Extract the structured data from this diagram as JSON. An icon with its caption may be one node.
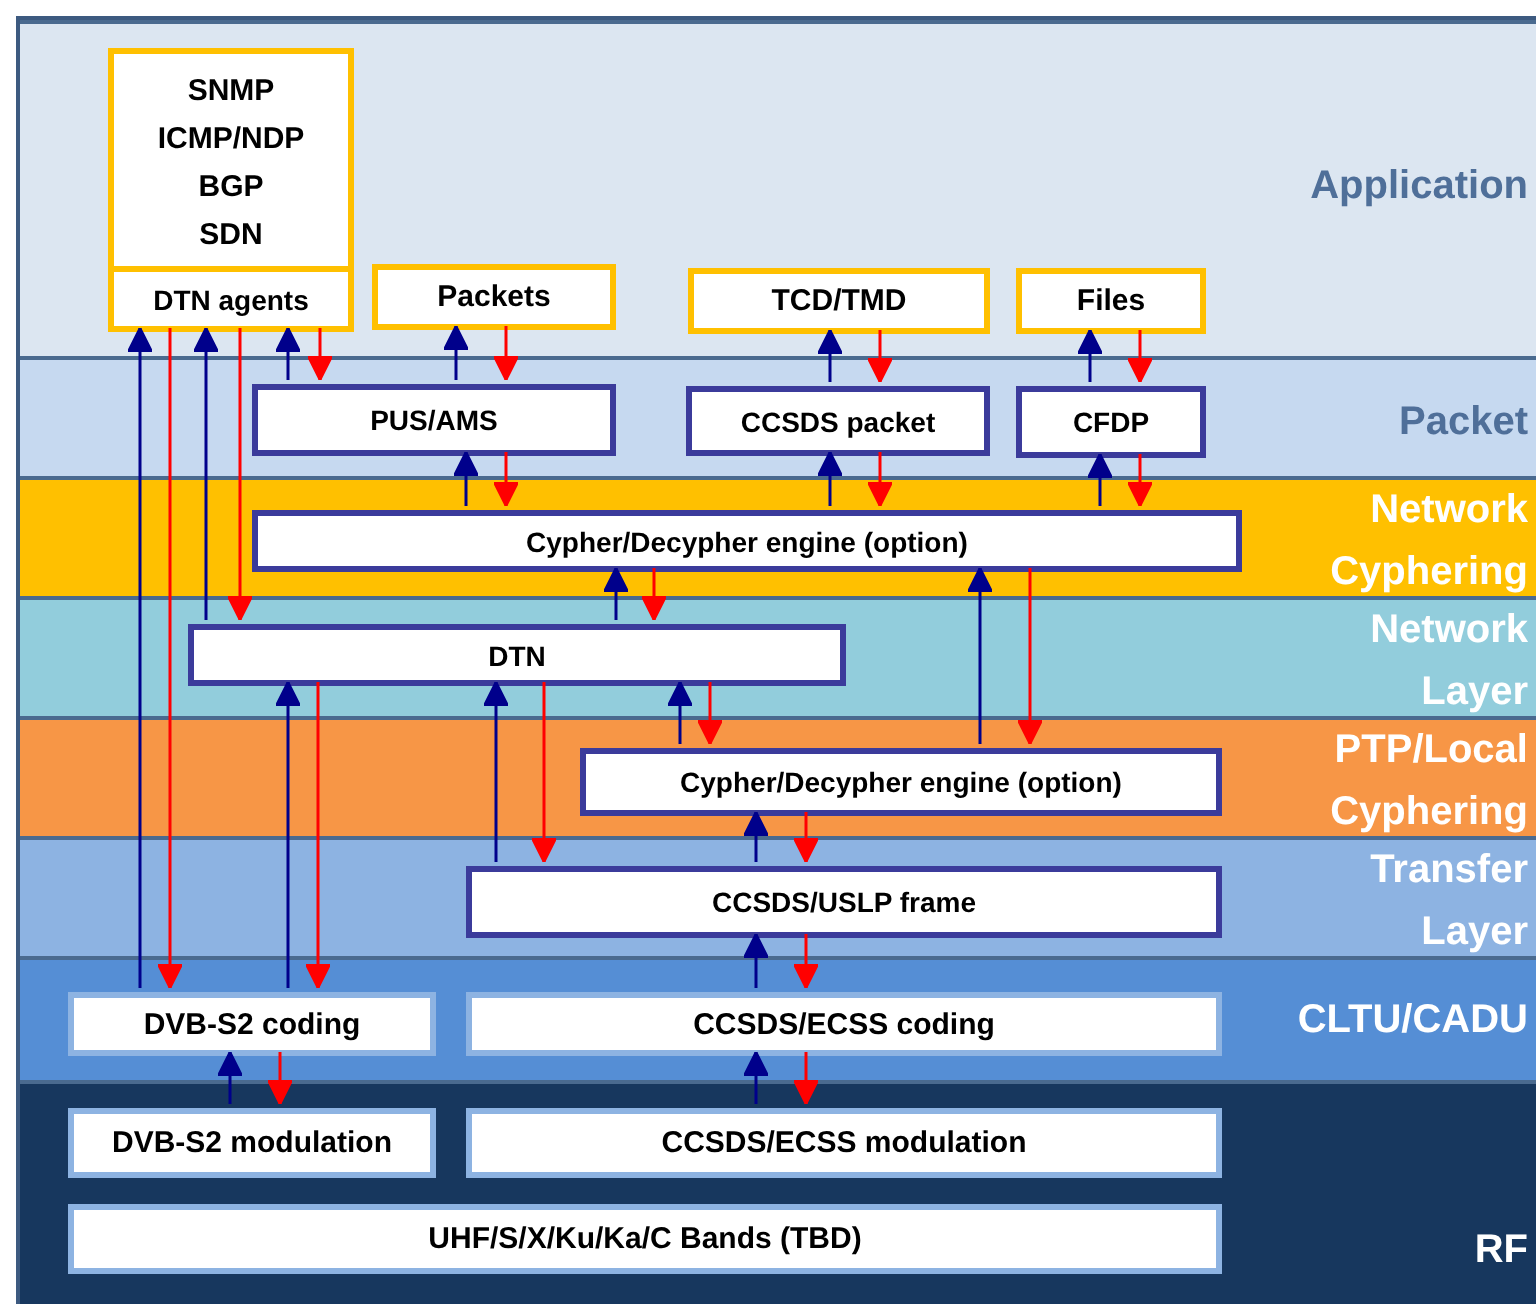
{
  "diagram": {
    "nodes": [
      {
        "text": [
          "Application"
        ]
      },
      {
        "text": [
          "SNMP",
          "ICMP/NDP",
          "BGP",
          "SDN"
        ],
        "in": 0
      },
      {
        "text": [
          "DTN agents"
        ],
        "in": 1
      },
      {
        "text": [
          "Packets"
        ],
        "in": 0
      },
      {
        "text": [
          "TCD/TMD"
        ],
        "in": 0
      },
      {
        "text": [
          "Files"
        ],
        "in": 0
      },
      {
        "text": [
          "Packet"
        ]
      },
      {
        "text": [
          "PUS/AMS"
        ],
        "in": 6
      },
      {
        "text": [
          "CCSDS packet"
        ],
        "in": 6
      },
      {
        "text": [
          "CFDP"
        ],
        "in": 6
      },
      {
        "text": [
          "Network Cyphering"
        ]
      },
      {
        "text": [
          "Cypher/Decypher engine (option)"
        ],
        "in": 10
      },
      {
        "text": [
          "Network Layer"
        ]
      },
      {
        "text": [
          "DTN"
        ],
        "in": 12
      },
      {
        "text": [
          "PTP/Local Cyphering"
        ]
      },
      {
        "text": [
          "Cypher/Decypher engine (option)"
        ],
        "in": 14
      },
      {
        "text": [
          "Transfer Layer"
        ]
      },
      {
        "text": [
          "CCSDS/USLP frame"
        ],
        "in": 16
      },
      {
        "text": [
          "CLTU/CADU"
        ]
      },
      {
        "text": [
          "DVB-S2 coding"
        ],
        "in": 18
      },
      {
        "text": [
          "CCSDS/ECSS coding"
        ],
        "in": 18
      },
      {
        "text": [
          "RF"
        ]
      },
      {
        "text": [
          "DVB-S2 modulation"
        ],
        "in": 21
      },
      {
        "text": [
          "CCSDS/ECSS modulation"
        ],
        "in": 21
      },
      {
        "text": [
          "UHF/S/X/Ku/Ka/C Bands (TBD)"
        ],
        "in": 21
      }
    ],
    "edges": [
      {
        "from": 19,
        "to": 2,
        "arrow": "to"
      },
      {
        "from": 2,
        "to": 19,
        "arrow": "to",
        "color": "#ff0000"
      },
      {
        "from": 13,
        "to": 2,
        "arrow": "to"
      },
      {
        "from": 2,
        "to": 13,
        "arrow": "to",
        "color": "#ff0000"
      },
      {
        "from": 7,
        "to": 2,
        "arrow": "to"
      },
      {
        "from": 2,
        "to": 7,
        "arrow": "to",
        "color": "#ff0000"
      },
      {
        "from": 7,
        "to": 3,
        "arrow": "to"
      },
      {
        "from": 3,
        "to": 7,
        "arrow": "to",
        "color": "#ff0000"
      },
      {
        "from": 8,
        "to": 4,
        "arrow": "to"
      },
      {
        "from": 4,
        "to": 8,
        "arrow": "to",
        "color": "#ff0000"
      },
      {
        "from": 9,
        "to": 5,
        "arrow": "to"
      },
      {
        "from": 5,
        "to": 9,
        "arrow": "to",
        "color": "#ff0000"
      },
      {
        "from": 11,
        "to": 7,
        "arrow": "to"
      },
      {
        "from": 7,
        "to": 11,
        "arrow": "to",
        "color": "#ff0000"
      },
      {
        "from": 11,
        "to": 8,
        "arrow": "to"
      },
      {
        "from": 8,
        "to": 11,
        "arrow": "to",
        "color": "#ff0000"
      },
      {
        "from": 11,
        "to": 9,
        "arrow": "to"
      },
      {
        "from": 9,
        "to": 11,
        "arrow": "to",
        "color": "#ff0000"
      },
      {
        "from": 13,
        "to": 11,
        "arrow": "to"
      },
      {
        "from": 11,
        "to": 13,
        "arrow": "to",
        "color": "#ff0000"
      },
      {
        "from": 15,
        "to": 11,
        "arrow": "to"
      },
      {
        "from": 11,
        "to": 15,
        "arrow": "to",
        "color": "#ff0000"
      },
      {
        "from": 19,
        "to": 13,
        "arrow": "to"
      },
      {
        "from": 13,
        "to": 19,
        "arrow": "to",
        "color": "#ff0000"
      },
      {
        "from": 17,
        "to": 13,
        "arrow": "to"
      },
      {
        "from": 13,
        "to": 17,
        "arrow": "to",
        "color": "#ff0000"
      },
      {
        "from": 15,
        "to": 13,
        "arrow": "to"
      },
      {
        "from": 13,
        "to": 15,
        "arrow": "to",
        "color": "#ff0000"
      },
      {
        "from": 17,
        "to": 15,
        "arrow": "to"
      },
      {
        "from": 15,
        "to": 17,
        "arrow": "to",
        "color": "#ff0000"
      },
      {
        "from": 20,
        "to": 17,
        "arrow": "to"
      },
      {
        "from": 17,
        "to": 20,
        "arrow": "to",
        "color": "#ff0000"
      },
      {
        "from": 22,
        "to": 19,
        "arrow": "to"
      },
      {
        "from": 19,
        "to": 22,
        "arrow": "to",
        "color": "#ff0000"
      },
      {
        "from": 23,
        "to": 20,
        "arrow": "to"
      },
      {
        "from": 20,
        "to": 23,
        "arrow": "to",
        "color": "#ff0000"
      }
    ]
  }
}
